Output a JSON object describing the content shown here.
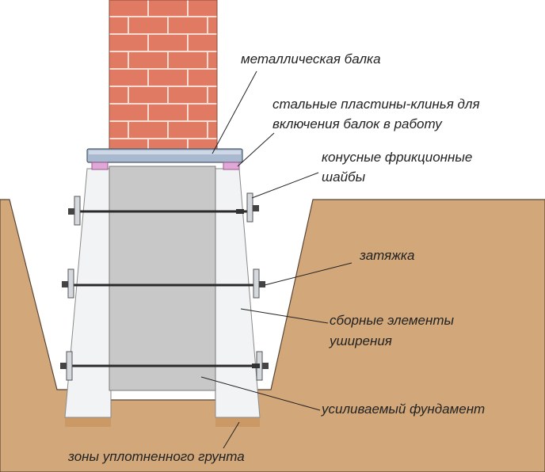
{
  "labels": {
    "beam": "металлическая балка",
    "plates_line1": "стальные пластины-клинья для",
    "plates_line2": "включения балок в работу",
    "washers_line1": "конусные фрикционные",
    "washers_line2": "шайбы",
    "tie": "затяжка",
    "elements_line1": "сборные элементы",
    "elements_line2": "уширения",
    "foundation": "усиливаемый фундамент",
    "soil_zones": "зоны уплотненного грунта"
  },
  "colors": {
    "soil": "#d2a77a",
    "brick": "#e17a63",
    "mortar": "#f4dcd2",
    "foundation": "#c8c8c8",
    "precast": "#f1f3f5",
    "beam": "#a9b9cf",
    "plate": "#e0a8d6",
    "leader": "#222222"
  }
}
